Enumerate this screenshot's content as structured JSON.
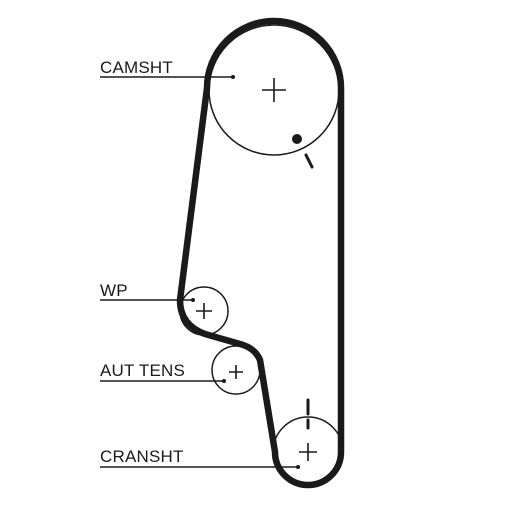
{
  "labels": {
    "camshaft": "CAMSHT",
    "water_pump": "WP",
    "auto_tensioner": "AUT TENS",
    "crankshaft": "CRANSHT"
  },
  "colors": {
    "ink": "#1a1a1a",
    "background": "#ffffff"
  }
}
